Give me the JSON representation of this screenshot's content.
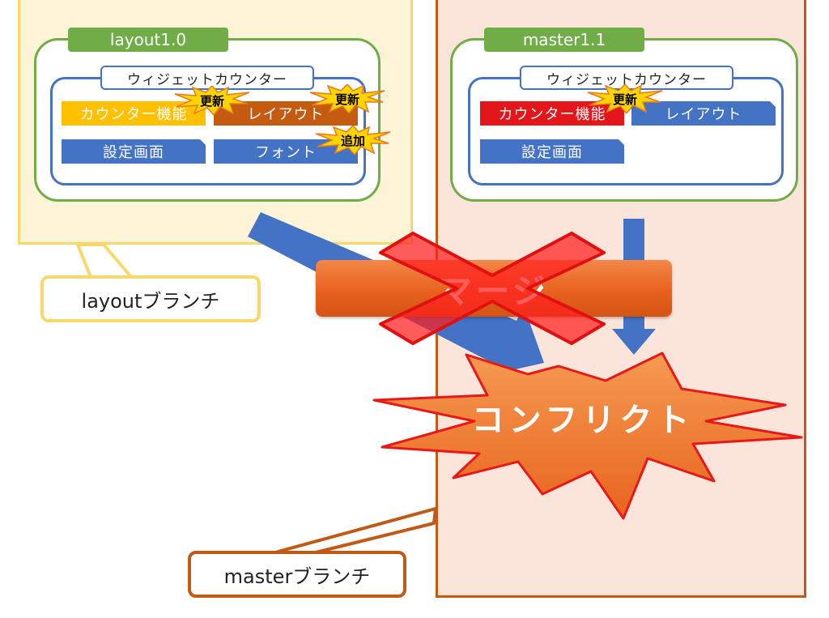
{
  "colors": {
    "layout_branch": "#f8d86a",
    "master_branch": "#c05a14",
    "version_tag": "#70ad47",
    "widget_border": "#4472c4",
    "item_blue": "#4472c4",
    "item_yellow": "#ffc000",
    "item_brown": "#c55a11",
    "item_red": "#e3161b",
    "merge": "#ed7d31",
    "conflict": "#f07a2a",
    "cross": "#ff2020"
  },
  "layout": {
    "version": "layout1.0",
    "widget_title": "ウィジェットカウンター",
    "items": {
      "counter": "カウンター機能",
      "layout": "レイアウト",
      "settings": "設定画面",
      "font": "フォント"
    },
    "badges": {
      "update1": "更新",
      "update2": "更新",
      "add": "追加"
    },
    "branch_label": "layoutブランチ"
  },
  "master": {
    "version": "master1.1",
    "widget_title": "ウィジェットカウンター",
    "items": {
      "counter": "カウンター機能",
      "layout": "レイアウト",
      "settings": "設定画面"
    },
    "badges": {
      "update": "更新"
    },
    "branch_label": "masterブランチ"
  },
  "merge_label": "マージ",
  "conflict_label": "コンフリクト"
}
